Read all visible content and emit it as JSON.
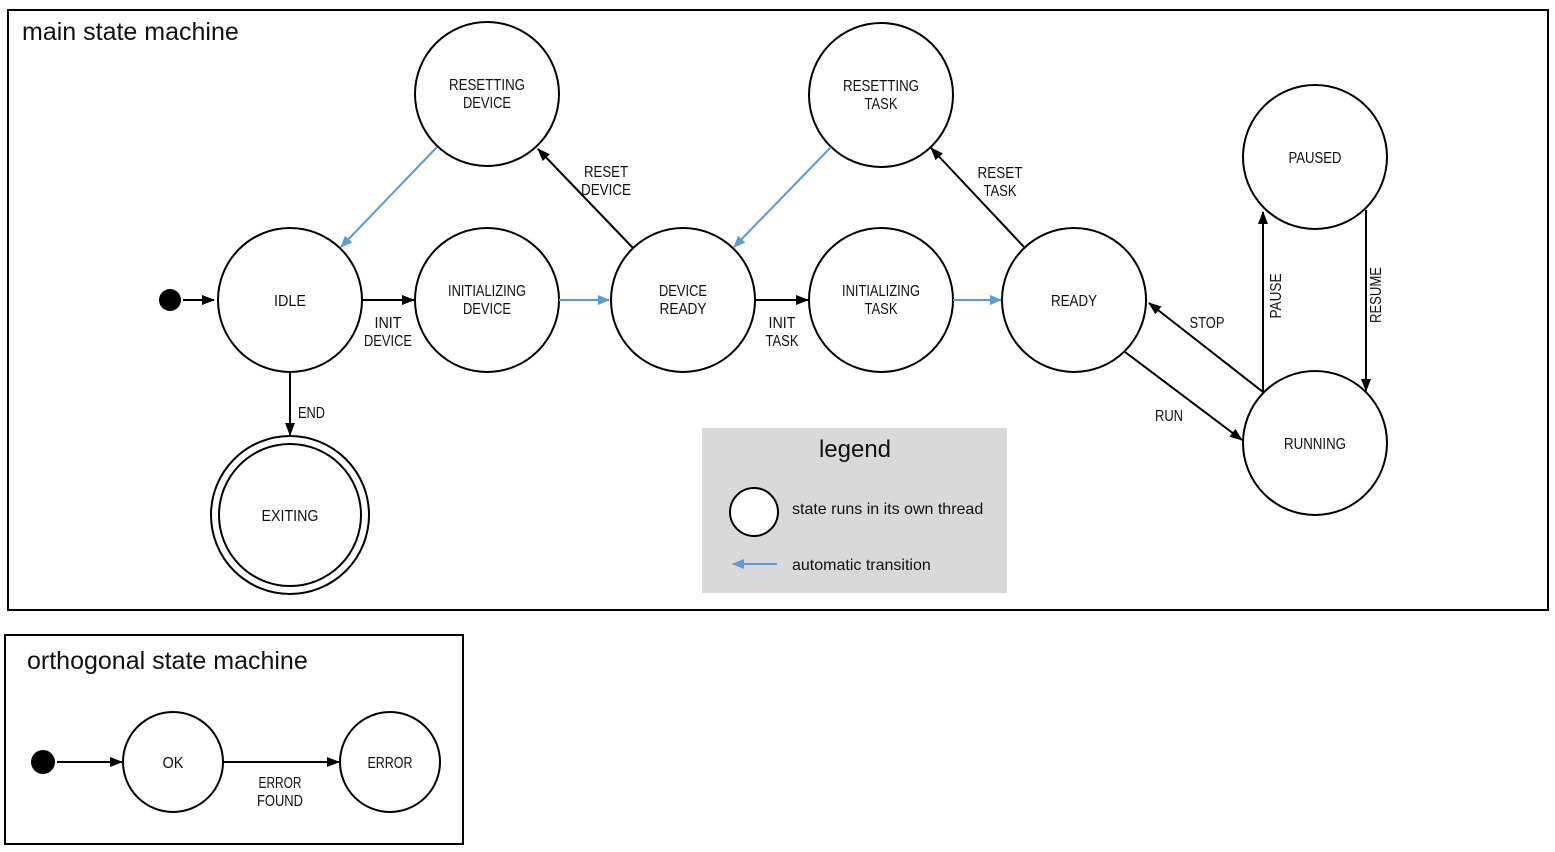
{
  "main": {
    "title": "main state machine",
    "states": {
      "idle": "IDLE",
      "resetting_device": [
        "RESETTING",
        "DEVICE"
      ],
      "initializing_device": [
        "INITIALIZING",
        "DEVICE"
      ],
      "device_ready": [
        "DEVICE",
        "READY"
      ],
      "resetting_task": [
        "RESETTING",
        "TASK"
      ],
      "initializing_task": [
        "INITIALIZING",
        "TASK"
      ],
      "ready": "READY",
      "paused": "PAUSED",
      "running": "RUNNING",
      "exiting": "EXITING"
    },
    "transitions": {
      "init_device": [
        "INIT",
        "DEVICE"
      ],
      "reset_device": [
        "RESET",
        "DEVICE"
      ],
      "init_task": [
        "INIT",
        "TASK"
      ],
      "reset_task": [
        "RESET",
        "TASK"
      ],
      "end": "END",
      "stop": "STOP",
      "run": "RUN",
      "pause": "PAUSE",
      "resume": "RESUME"
    }
  },
  "legend": {
    "title": "legend",
    "items": [
      {
        "label": "state runs in its own thread"
      },
      {
        "label": "automatic transition"
      }
    ]
  },
  "orthogonal": {
    "title": "orthogonal state machine",
    "states": {
      "ok": "OK",
      "error": "ERROR"
    },
    "transitions": {
      "error_found": [
        "ERROR",
        "FOUND"
      ]
    }
  },
  "colors": {
    "threaded_state_fill": "#b4c7e7",
    "state_stroke": "#000000",
    "auto_transition_blue": "#5b9bd5",
    "legend_background": "#d9d9d9"
  }
}
